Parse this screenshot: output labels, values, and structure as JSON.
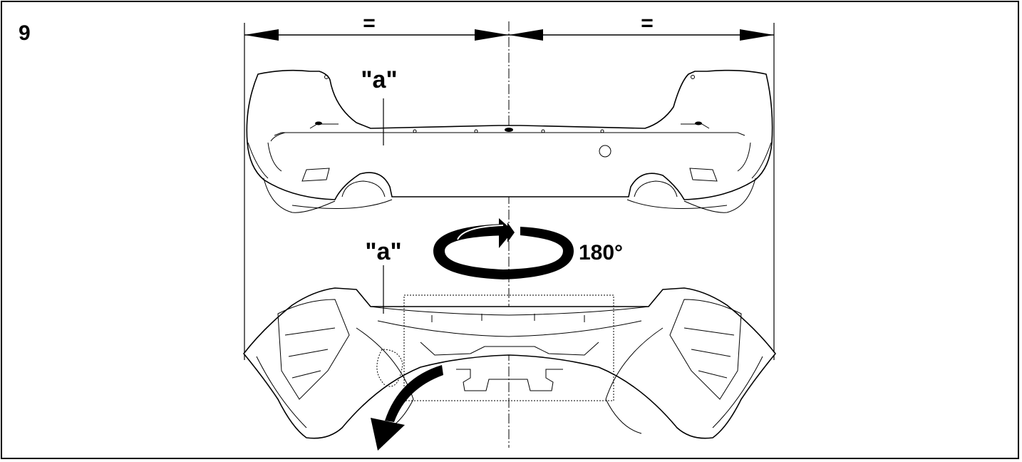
{
  "figure": {
    "step_number": "9",
    "equal_mark_left": "=",
    "equal_mark_right": "=",
    "callout_top": "\"a\"",
    "callout_bottom": "\"a\"",
    "rotation_label": "180°"
  },
  "icons": {
    "rotation": "rotate-180-arrow-icon",
    "tilt": "curved-arrow-down-icon"
  }
}
